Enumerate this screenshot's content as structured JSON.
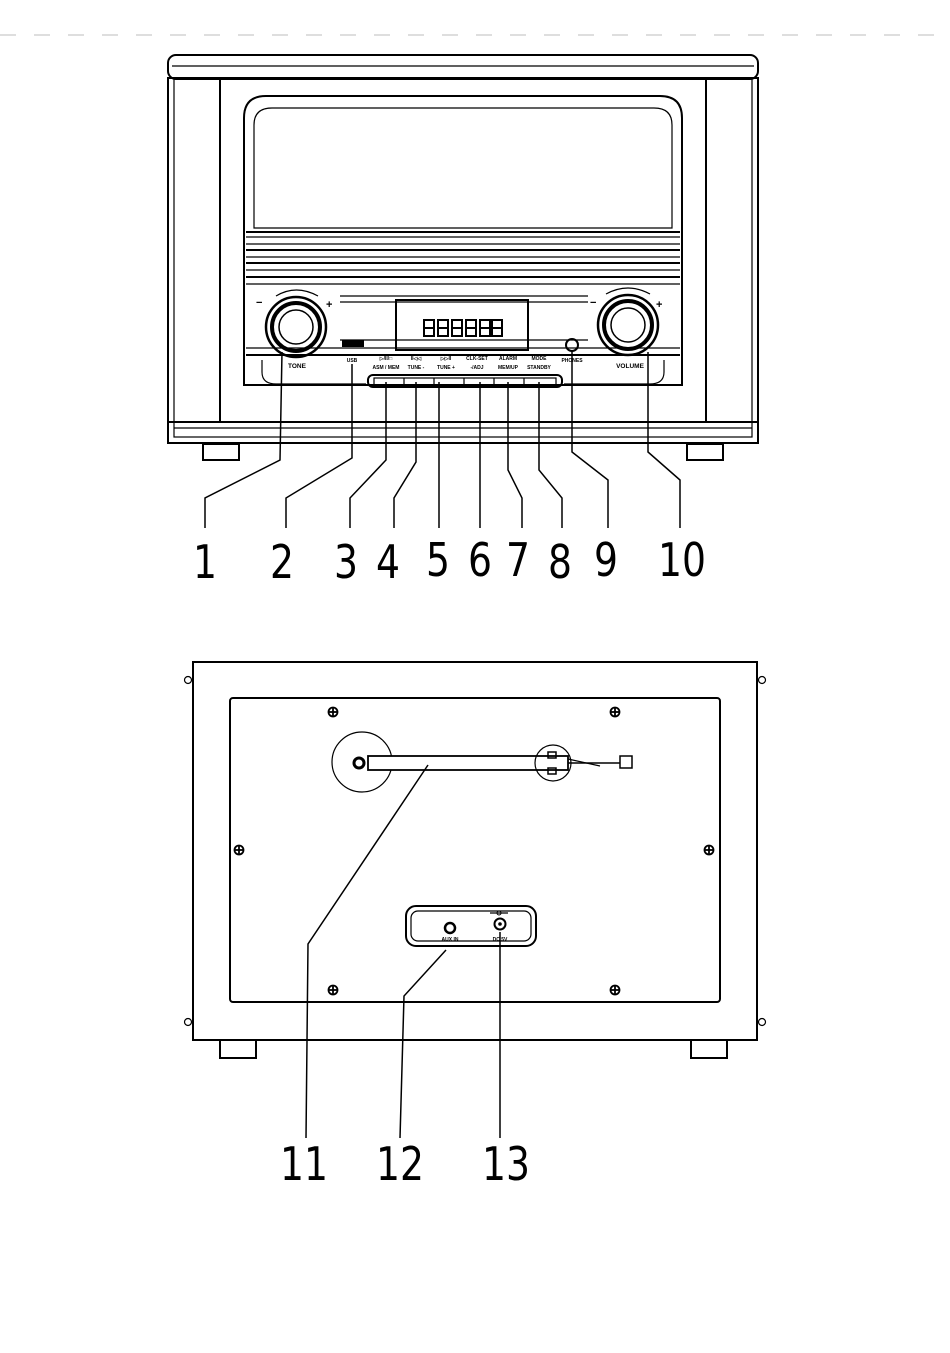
{
  "front_panel": {
    "knob_labels": {
      "tone": "TONE",
      "volume": "VOLUME"
    },
    "usb_label": "USB",
    "buttons": [
      {
        "top": "▷/II/□",
        "bottom": "ASM / MEM"
      },
      {
        "top": "II◁◁",
        "bottom": "TUNE -"
      },
      {
        "top": "▷▷II",
        "bottom": "TUNE +"
      },
      {
        "top": "CLK-SET",
        "bottom": "-/ADJ"
      },
      {
        "top": "ALARM",
        "bottom": "MEM/UP"
      },
      {
        "top": "MODE",
        "bottom": "STANDBY"
      }
    ],
    "phones_label": "PHONES",
    "knob_marks": {
      "minus": "−",
      "plus": "+"
    }
  },
  "front_callouts": [
    "1",
    "2",
    "3",
    "4",
    "5",
    "6",
    "7",
    "8",
    "9",
    "10"
  ],
  "back_panel": {
    "aux_label": "AUX IN",
    "dc_label": "DC 5V"
  },
  "back_callouts": [
    "11",
    "12",
    "13"
  ],
  "colors": {
    "line": "#000000",
    "background": "#ffffff",
    "dashed_rule": "#c9c9c9"
  }
}
